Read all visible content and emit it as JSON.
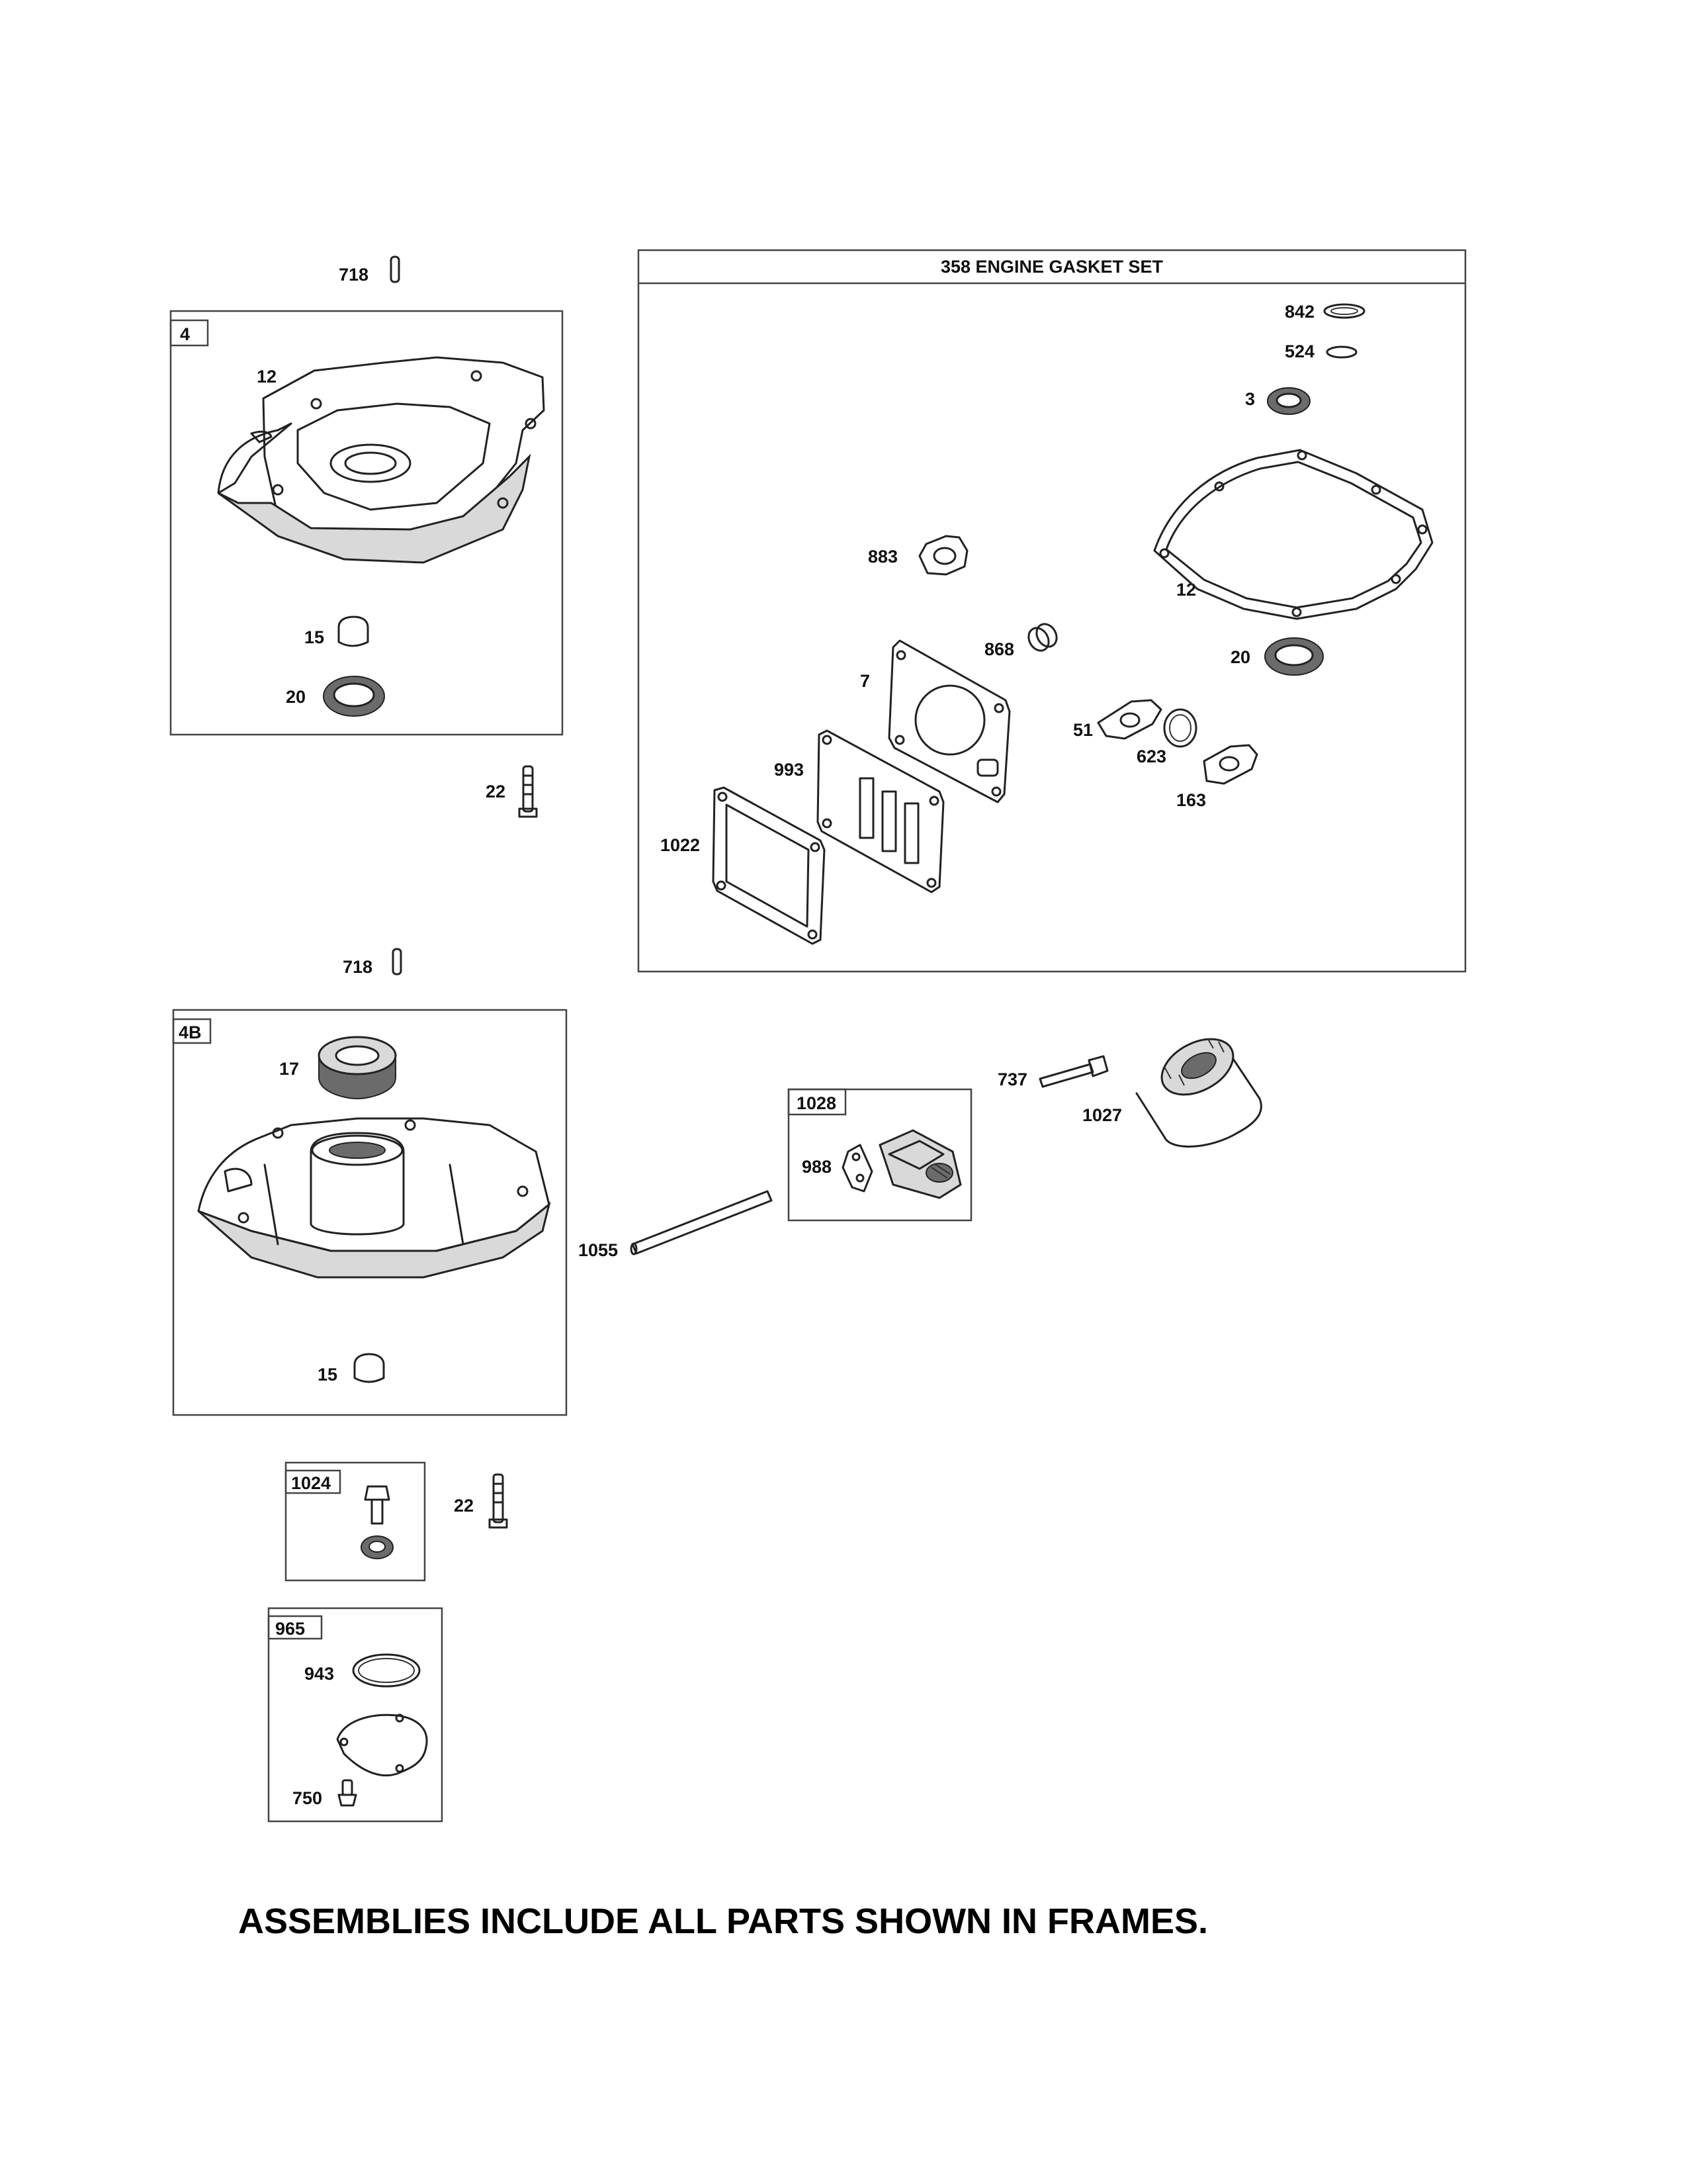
{
  "footer": {
    "note": "ASSEMBLIES INCLUDE ALL PARTS SHOWN IN FRAMES."
  },
  "frames": {
    "sump_4": {
      "label": "4"
    },
    "sump_4b": {
      "label": "4B"
    },
    "gasket_set": {
      "label": "358 ENGINE GASKET SET"
    },
    "kit_1028": {
      "label": "1028"
    },
    "kit_1024": {
      "label": "1024"
    },
    "kit_965": {
      "label": "965"
    }
  },
  "callouts": {
    "p718_top": "718",
    "p12_sump": "12",
    "p15_top": "15",
    "p20_top": "20",
    "p22_top": "22",
    "p718_mid": "718",
    "p17": "17",
    "p15_bottom": "15",
    "p842": "842",
    "p524": "524",
    "p3": "3",
    "p883": "883",
    "p12_gasket": "12",
    "p868": "868",
    "p20_gasket": "20",
    "p7": "7",
    "p51": "51",
    "p623": "623",
    "p993": "993",
    "p163": "163",
    "p1022": "1022",
    "p737": "737",
    "p1027": "1027",
    "p988": "988",
    "p1055": "1055",
    "p22_bottom": "22",
    "p943": "943",
    "p750": "750"
  }
}
